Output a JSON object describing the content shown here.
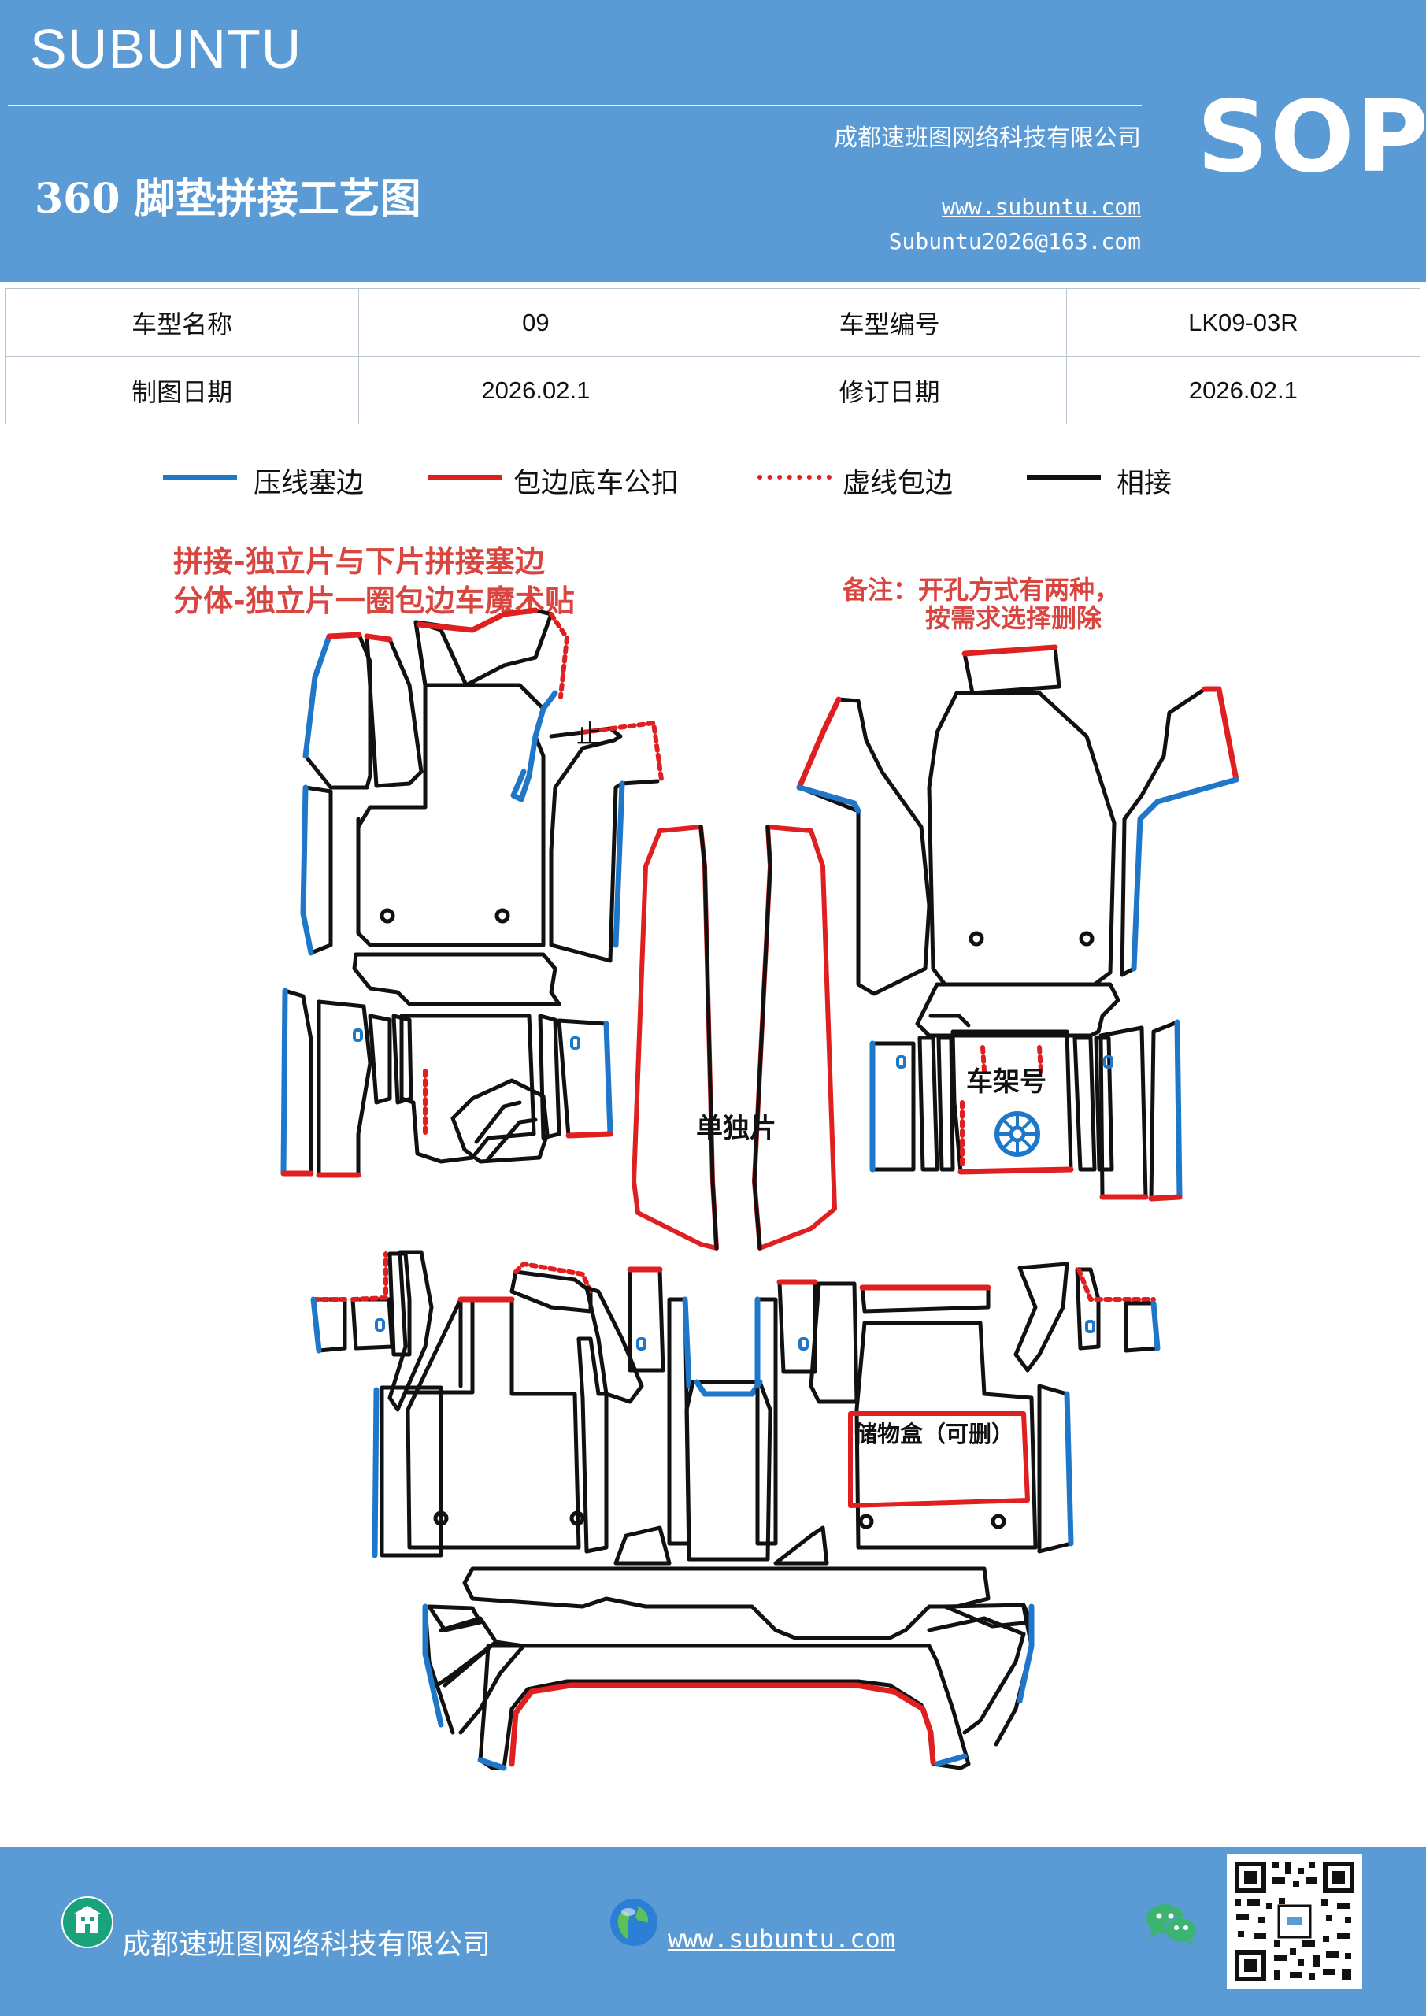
{
  "header": {
    "brand": "SUBUNTU",
    "company": "成都速班图网络科技有限公司",
    "sop_label": "SOP",
    "doc_title": "360 脚垫拼接工艺图",
    "website": "www.subuntu.com",
    "email": "Subuntu2026@163.com"
  },
  "info_table": {
    "model_name_label": "车型名称",
    "model_name_value": "09",
    "model_code_label": "车型编号",
    "model_code_value": "LK09-03R",
    "draw_date_label": "制图日期",
    "draw_date_value": "2026.02.1",
    "revise_date_label": "修订日期",
    "revise_date_value": "2026.02.1"
  },
  "legend": [
    {
      "label": "压线塞边",
      "color": "#1f77c9",
      "style": "solid"
    },
    {
      "label": "包边底车公扣",
      "color": "#e02020",
      "style": "solid"
    },
    {
      "label": "虚线包边",
      "color": "#e02020",
      "style": "dotted"
    },
    {
      "label": "相接",
      "color": "#111111",
      "style": "solid"
    }
  ],
  "notes": {
    "splice_line1": "拼接-独立片与下片拼接塞边",
    "splice_line2": "分体-独立片一圈包边车魔术贴",
    "remark_line1": "备注：开孔方式有两种，",
    "remark_line2": "按需求选择删除"
  },
  "drawing_labels": {
    "stop_mark": "止",
    "single_piece": "单独片",
    "frame_number": "车架号",
    "storage_box": "储物盒（可删）"
  },
  "footer": {
    "company": "成都速班图网络科技有限公司",
    "website": "www.subuntu.com "
  },
  "colors": {
    "header_bg": "#5b9bd5",
    "blue_line": "#1f77c9",
    "red_line": "#e02020",
    "black_line": "#111111",
    "note_text": "#d9463f"
  }
}
